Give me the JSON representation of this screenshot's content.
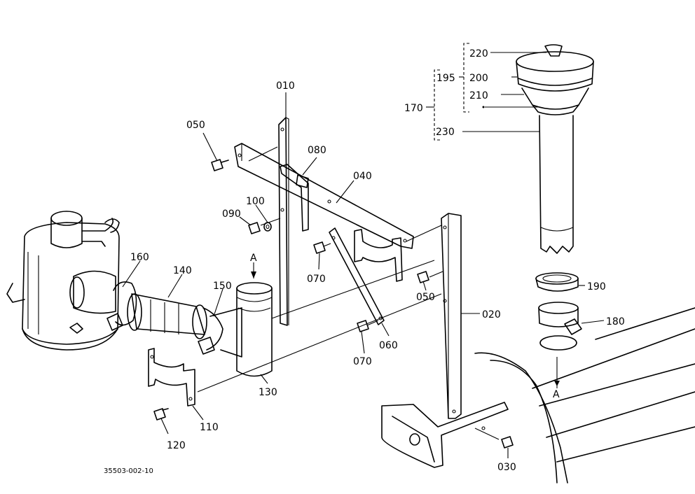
{
  "labels": {
    "p010": "010",
    "p020": "020",
    "p030": "030",
    "p040": "040",
    "p050a": "050",
    "p050b": "050",
    "p060": "060",
    "p070a": "070",
    "p070b": "070",
    "p080": "080",
    "p090": "090",
    "p100": "100",
    "p110": "110",
    "p120": "120",
    "p130": "130",
    "p140": "140",
    "p150": "150",
    "p160": "160",
    "p170": "170",
    "p180": "180",
    "p190": "190",
    "p195": "195",
    "p200": "200",
    "p210": "210",
    "p220": "220",
    "p230": "230",
    "refA1": "A",
    "refA2": "A"
  },
  "drawing_code": "35503-002-10"
}
